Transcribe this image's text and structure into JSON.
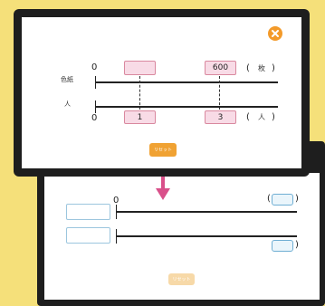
{
  "colors": {
    "background": "#f5e07a",
    "panel_border": "#1e1e1e",
    "pink_fill": "#f8dbe6",
    "pink_border": "#d9889f",
    "close_orange": "#f39a2a",
    "reset_orange": "#f0a233",
    "reset_disabled": "#f7d9a8",
    "arrow_pink": "#d9508a"
  },
  "top_panel": {
    "row_label_color_paper": "色紙",
    "row_label_people": "人",
    "top_zero": "0",
    "top_unit_paren_open": "(",
    "top_unit": "枚",
    "top_unit_paren_close": ")",
    "top_box_left_value": "",
    "top_box_right_value": "600",
    "bottom_zero": "0",
    "bottom_box_left_value": "1",
    "bottom_box_right_value": "3",
    "bottom_unit_paren_open": "(",
    "bottom_unit": "人",
    "bottom_unit_paren_close": ")",
    "reset_label": "リセット",
    "close_icon": "close-icon"
  },
  "bottom_panel": {
    "top_zero": "0",
    "paren_open": "(",
    "paren_close": ")",
    "bottom_paren_close": ")",
    "reset_label": "リセット"
  },
  "arrow_icon": "arrow-down-icon"
}
